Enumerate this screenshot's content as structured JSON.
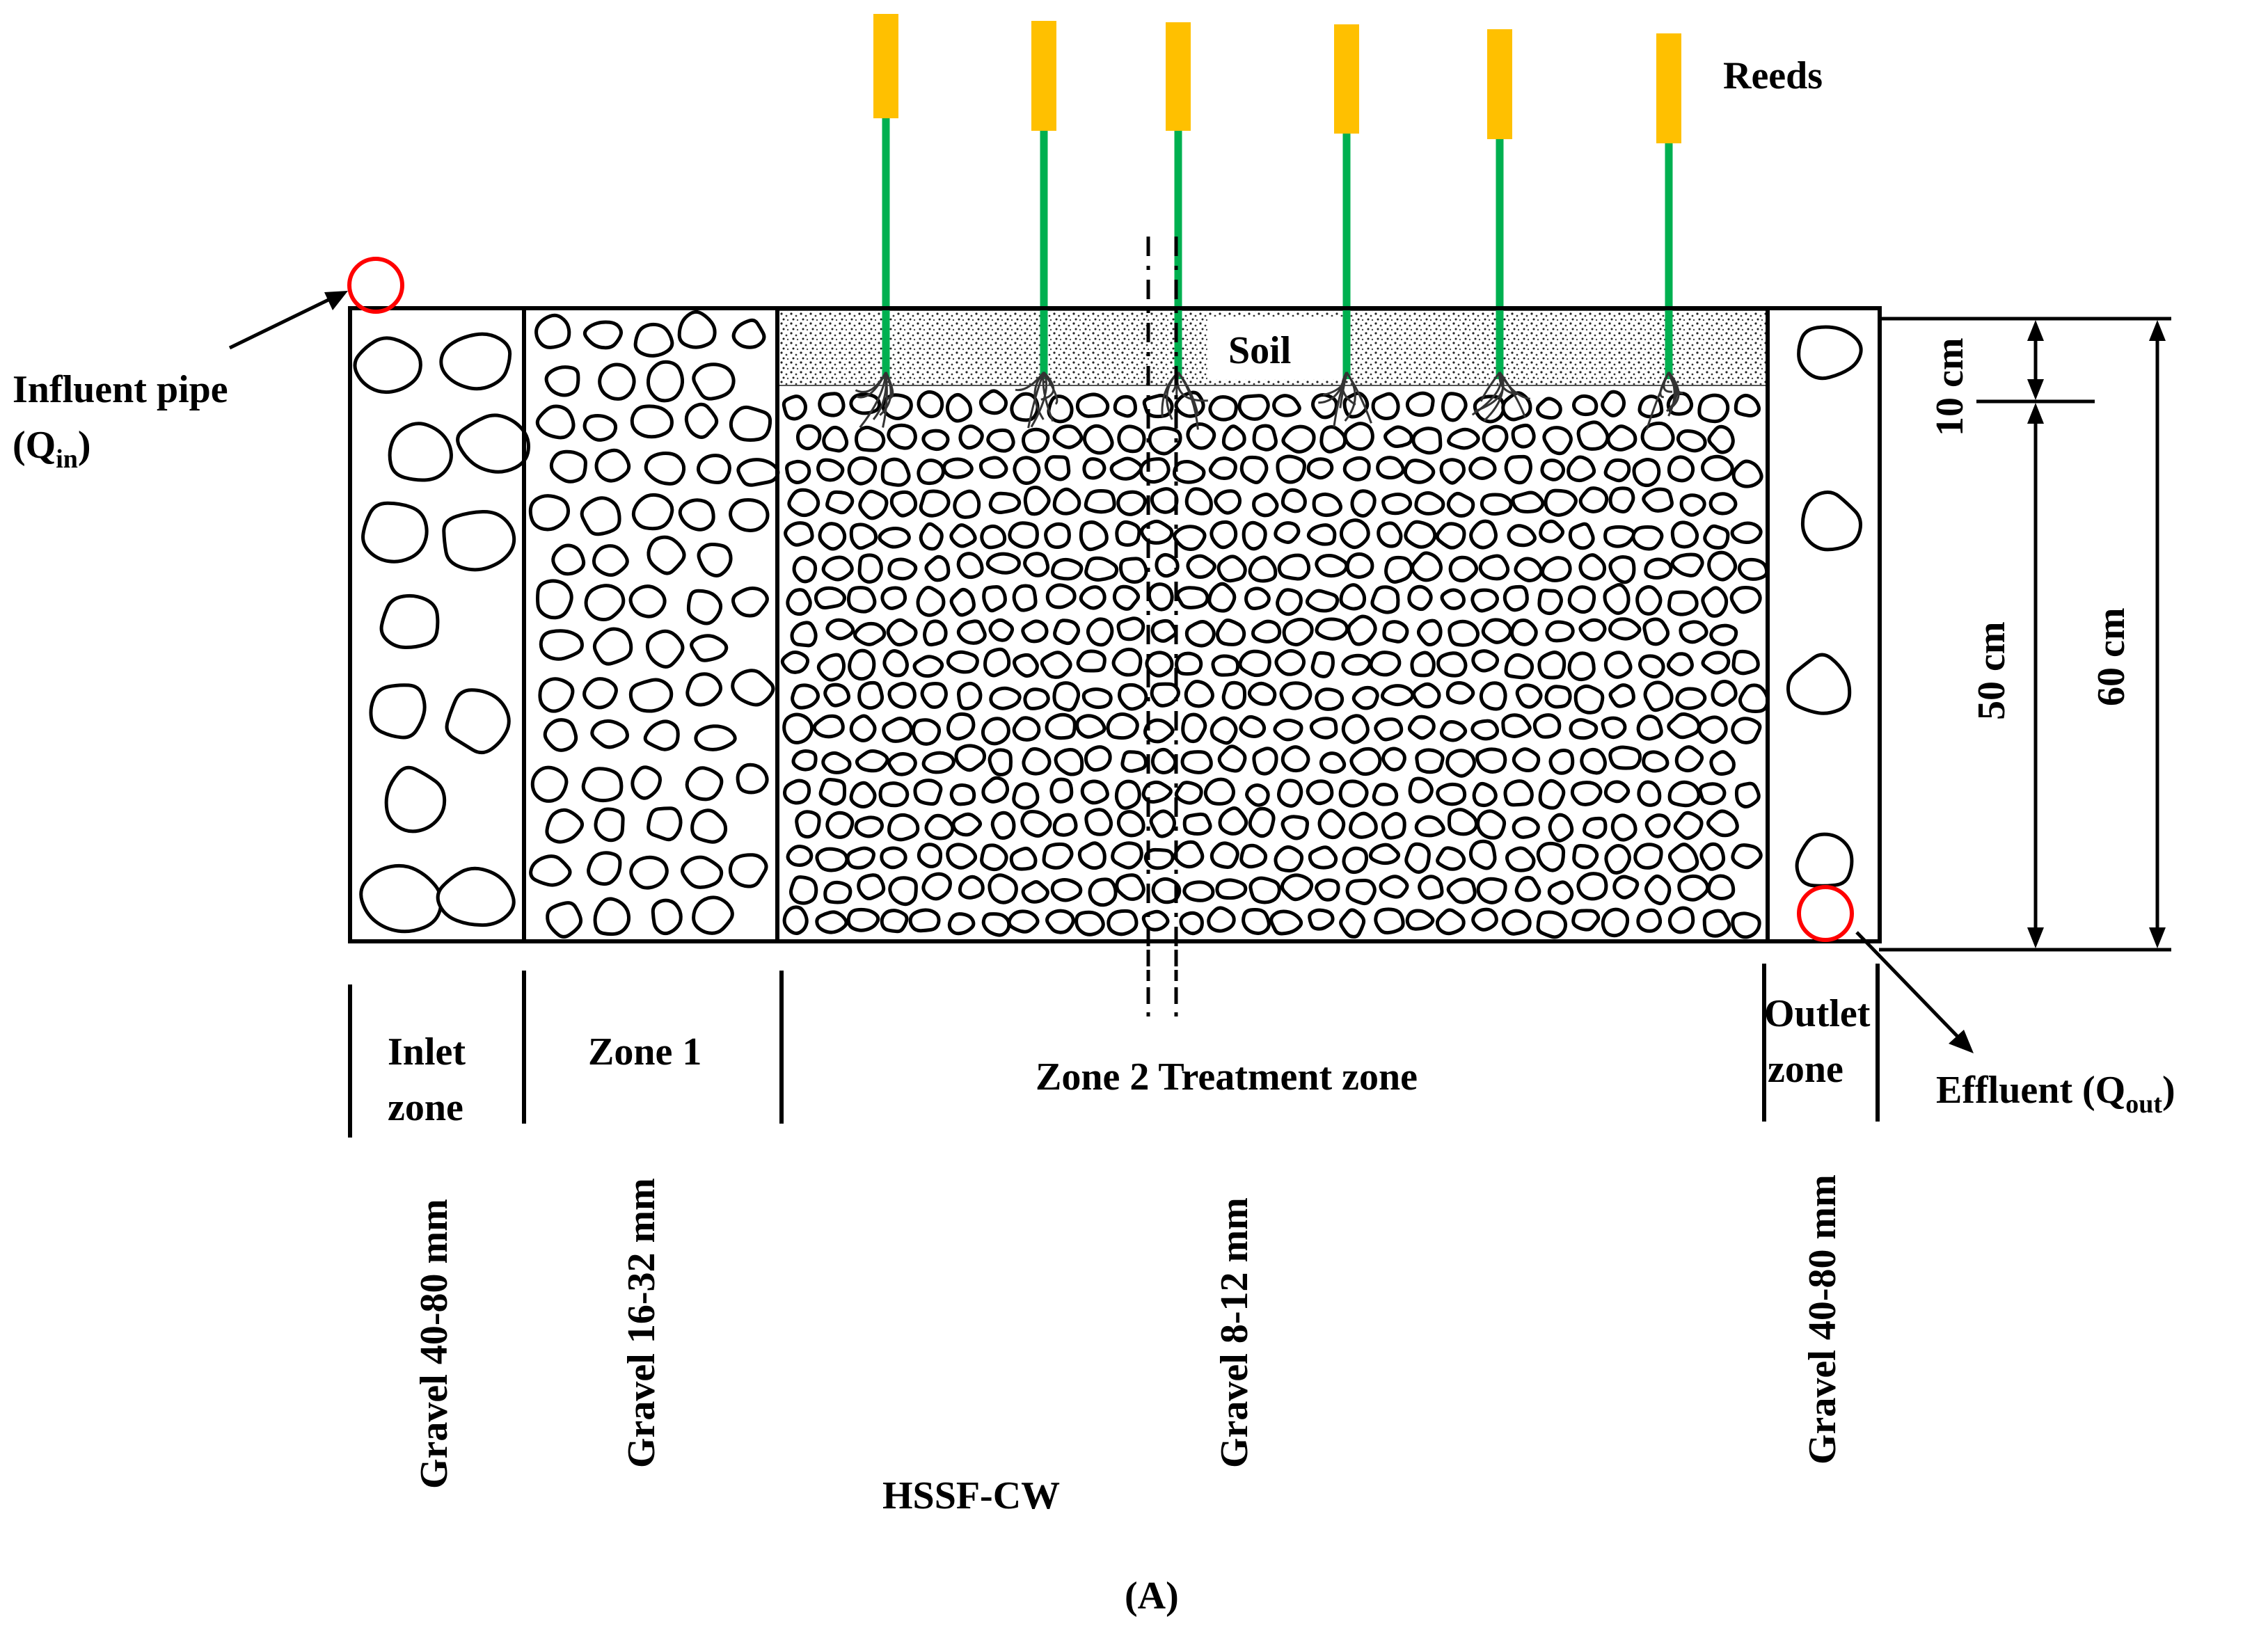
{
  "labels": {
    "reeds": "Reeds",
    "soil": "Soil",
    "influent_line1": "Influent pipe",
    "influent_q": "(Q",
    "influent_sub": "in",
    "influent_close": ")",
    "effluent": "Effluent (Q",
    "effluent_sub": "out",
    "effluent_close": ")",
    "dim_10": "10 cm",
    "dim_50": "50 cm",
    "dim_60": "60 cm",
    "zone_inlet_1": "Inlet",
    "zone_inlet_2": "zone",
    "zone_1": "Zone 1",
    "zone_2": "Zone 2 Treatment zone",
    "zone_outlet_1": "Outlet",
    "zone_outlet_2": "zone",
    "gravel_inlet": "Gravel 40-80 mm",
    "gravel_zone1": "Gravel 16-32 mm",
    "gravel_zone2": "Gravel 8-12 mm",
    "gravel_outlet": "Gravel 40-80 mm",
    "system_name": "HSSF-CW",
    "panel": "(A)"
  },
  "colors": {
    "reed_head": "#FFC000",
    "reed_stem": "#00B050",
    "pipe": "#FF0000",
    "outline": "#000000"
  }
}
